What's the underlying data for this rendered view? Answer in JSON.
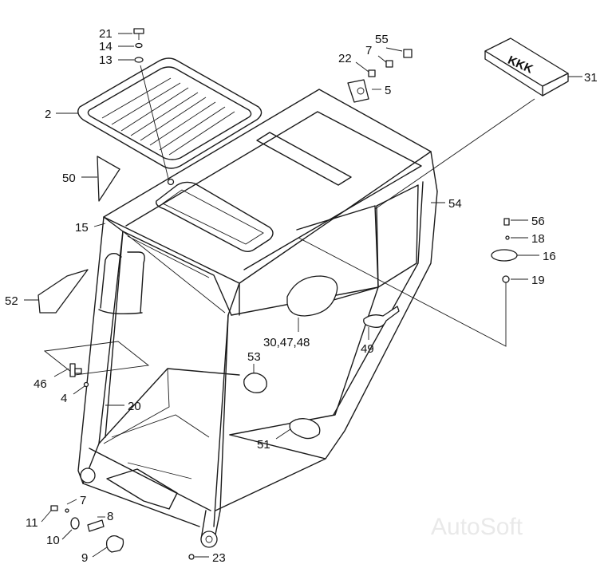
{
  "watermark": "AutoSoft",
  "callouts": {
    "c21": "21",
    "c14": "14",
    "c13": "13",
    "c2": "2",
    "c55": "55",
    "c7a": "7",
    "c22": "22",
    "c5": "5",
    "c31": "31",
    "c50": "50",
    "c54": "54",
    "c15": "15",
    "c56": "56",
    "c18": "18",
    "c16": "16",
    "c19": "19",
    "c52": "52",
    "c30": "30,47,48",
    "c53": "53",
    "c49": "49",
    "c46": "46",
    "c4": "4",
    "c20": "20",
    "c51": "51",
    "c7b": "7",
    "c8": "8",
    "c11": "11",
    "c10": "10",
    "c9": "9",
    "c23": "23"
  },
  "logo_text": "KKK"
}
